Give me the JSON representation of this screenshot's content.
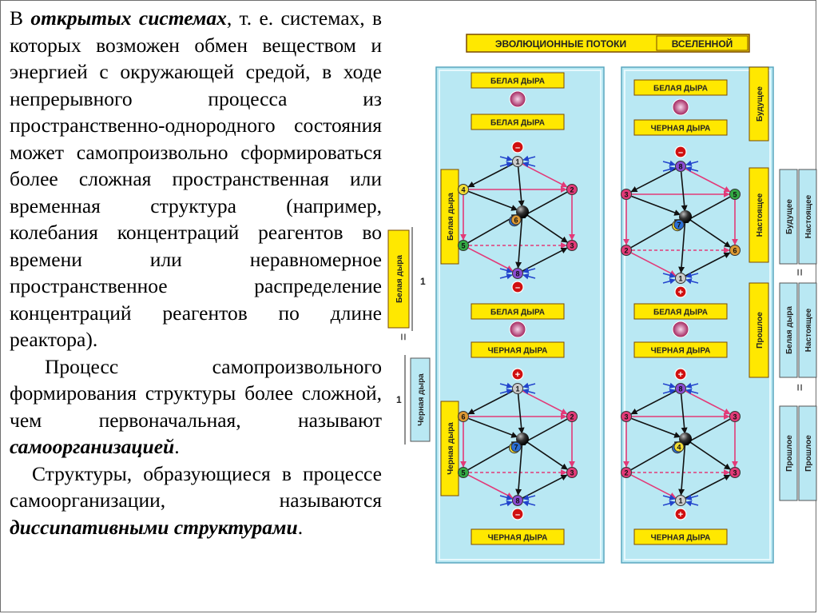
{
  "text": {
    "p1": {
      "s1": "В ",
      "em1": "открытых системах",
      "s2": ", т. е. системах, в которых возможен обмен веществом и энергией с окружающей средой, в ходе непрерывного процесса из пространственно-однородного состояния может самопроизвольно сформироваться более сложная пространственная или временная структура (например, колебания концентраций реагентов во времени или неравномерное пространственное распределение концентраций реагентов по длине реактора)."
    },
    "p2": {
      "s1": "Процесс самопроизвольного формирования структуры более сложной, чем первоначальная, называют ",
      "em1": "самоорганизацией",
      "s2": "."
    },
    "p3": {
      "s1": "Структуры, образующиеся в процессе самоорганизации, называются ",
      "em1": "диссипативными структурами",
      "s2": "."
    }
  },
  "figure": {
    "title_left": "ЭВОЛЮЦИОННЫЕ ПОТОКИ",
    "title_right": "ВСЕЛЕННОЙ",
    "white_hole": "БЕЛАЯ ДЫРА",
    "black_hole": "ЧЕРНАЯ ДЫРА",
    "side_white": "Белая дыра",
    "side_black": "Черная дыра",
    "future": "Будущее",
    "present": "Настоящее",
    "past": "Прошлое",
    "number_one": "1",
    "equals": "=",
    "plus": "+",
    "minus": "–",
    "nodes": [
      "1",
      "2",
      "3",
      "4",
      "5",
      "6",
      "7",
      "8"
    ],
    "colors": {
      "panel": "#b9e8f3",
      "label_yellow": "#ffe800",
      "label_border": "#7a4a00",
      "title_bg": "#ffe800",
      "arrow_black": "#111111",
      "arrow_pink": "#e23a78",
      "arrow_blue": "#2244cc",
      "arrow_red": "#d01010"
    }
  }
}
